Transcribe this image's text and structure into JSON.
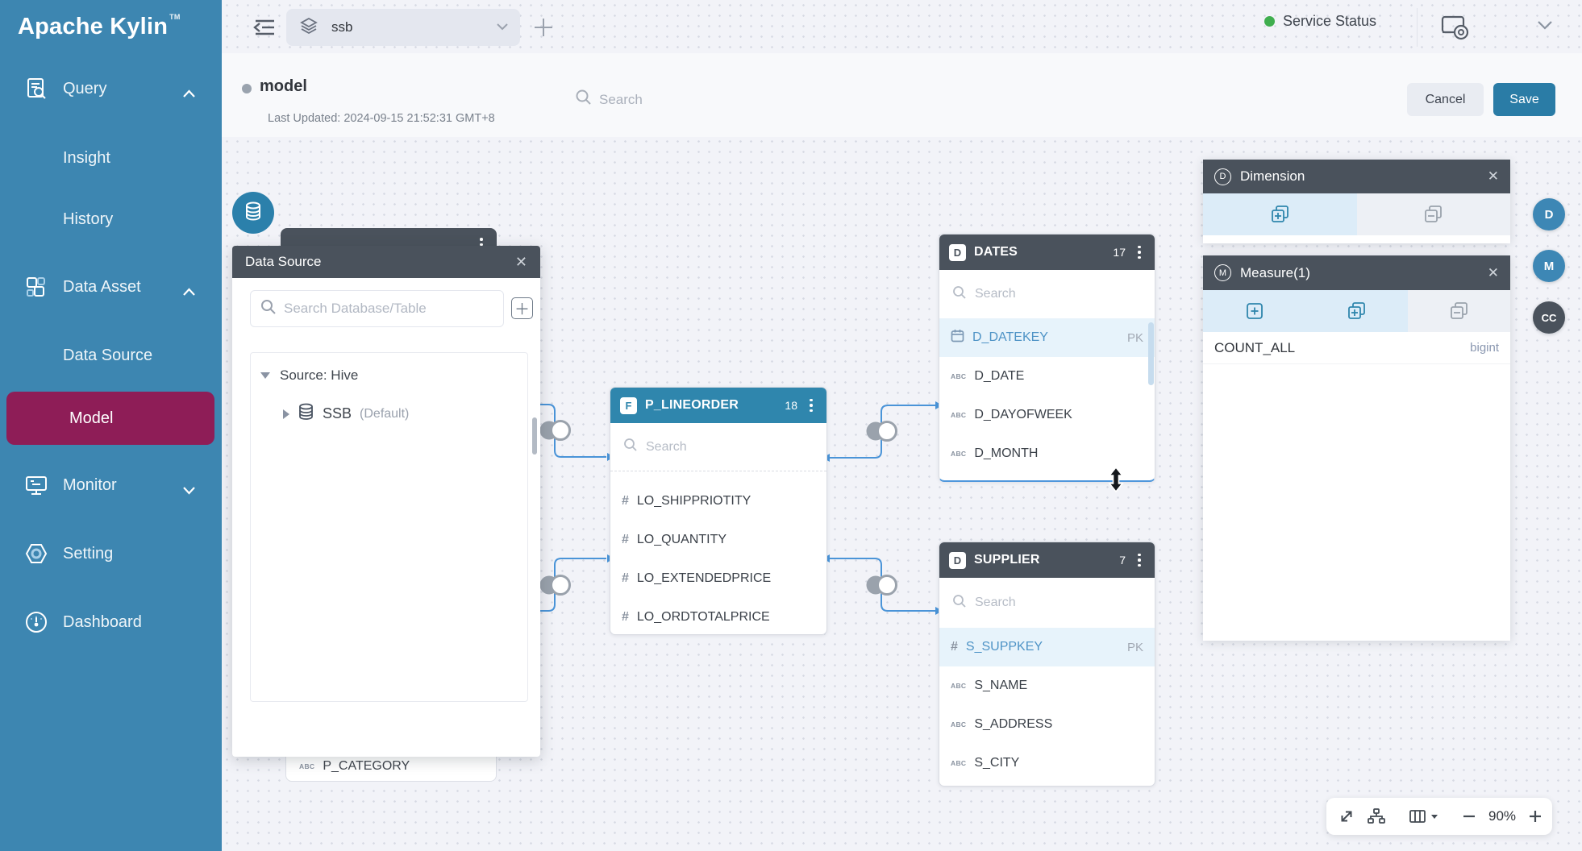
{
  "app": {
    "title": "Apache Kylin",
    "tm": "TM"
  },
  "sidebar": {
    "items": [
      {
        "label": "Query"
      },
      {
        "label": "Insight"
      },
      {
        "label": "History"
      },
      {
        "label": "Data Asset"
      },
      {
        "label": "Data Source"
      },
      {
        "label": "Model"
      },
      {
        "label": "Monitor"
      },
      {
        "label": "Setting"
      },
      {
        "label": "Dashboard"
      }
    ]
  },
  "topbar": {
    "project": "ssb",
    "service_status": "Service Status"
  },
  "header": {
    "model_name": "model",
    "last_updated": "Last Updated: 2024-09-15 21:52:31 GMT+8",
    "search_placeholder": "Search",
    "cancel": "Cancel",
    "save": "Save"
  },
  "datasource_panel": {
    "title": "Data Source",
    "search_placeholder": "Search Database/Table",
    "source_label": "Source: Hive",
    "db_name": "SSB",
    "db_suffix": "(Default)"
  },
  "icons": {
    "text_type": "ABC",
    "numeric_type": "#"
  },
  "tables": {
    "p_lineorder": {
      "badge": "F",
      "name": "P_LINEORDER",
      "count": "18",
      "search_placeholder": "Search",
      "columns": [
        {
          "name": "LO_SHIPPRIOTITY"
        },
        {
          "name": "LO_QUANTITY"
        },
        {
          "name": "LO_EXTENDEDPRICE"
        },
        {
          "name": "LO_ORDTOTALPRICE"
        }
      ]
    },
    "dates": {
      "badge": "D",
      "name": "DATES",
      "count": "17",
      "search_placeholder": "Search",
      "columns": [
        {
          "name": "D_DATEKEY",
          "pk": "PK"
        },
        {
          "name": "D_DATE"
        },
        {
          "name": "D_DAYOFWEEK"
        },
        {
          "name": "D_MONTH"
        }
      ]
    },
    "supplier": {
      "badge": "D",
      "name": "SUPPLIER",
      "count": "7",
      "search_placeholder": "Search",
      "columns": [
        {
          "name": "S_SUPPKEY",
          "pk": "PK"
        },
        {
          "name": "S_NAME"
        },
        {
          "name": "S_ADDRESS"
        },
        {
          "name": "S_CITY"
        }
      ]
    },
    "hidden_table": {
      "bottom_column": "P_CATEGORY"
    }
  },
  "dimension_panel": {
    "title": "Dimension"
  },
  "measure_panel": {
    "title": "Measure(1)",
    "rows": [
      {
        "name": "COUNT_ALL",
        "type": "bigint"
      }
    ]
  },
  "avatars": [
    {
      "label": "D"
    },
    {
      "label": "M"
    },
    {
      "label": "CC"
    }
  ],
  "zoom_toolbar": {
    "zoom_level": "90%"
  },
  "colors": {
    "sidebar": "#3d86b1",
    "selected_item": "#8e1d57",
    "fact_header": "#2f86ad",
    "dim_header": "#4a525c",
    "save_button": "#2a7ca6",
    "connector": "#4a94d8",
    "status_green": "#3fae4e",
    "row_highlight": "#e7f3fb"
  }
}
